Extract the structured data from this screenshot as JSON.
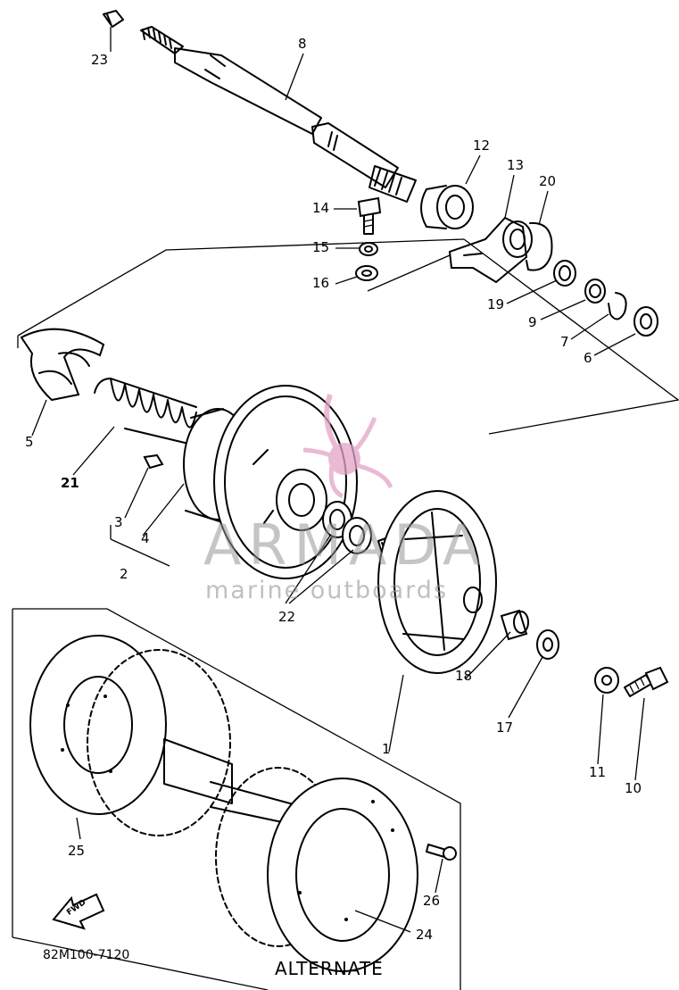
{
  "diagram": {
    "catalog_code": "82M100-7120",
    "alternate_caption": "ALTERNATE",
    "fwd_label": "FWD",
    "part_numbers": {
      "p1": "1",
      "p2": "2",
      "p3": "3",
      "p4": "4",
      "p5": "5",
      "p6": "6",
      "p7": "7",
      "p8": "8",
      "p9": "9",
      "p10": "10",
      "p11": "11",
      "p12": "12",
      "p13": "13",
      "p14": "14",
      "p15": "15",
      "p16": "16",
      "p17": "17",
      "p18": "18",
      "p19": "19",
      "p20": "20",
      "p21": "21",
      "p22": "22",
      "p23": "23",
      "p24": "24",
      "p25": "25",
      "p26": "26"
    }
  },
  "watermark": {
    "brand": "ARMADA",
    "tagline": "marine outboards",
    "accent_color": "#e4a3c8",
    "text_color": "#999999",
    "logo_icon": "propeller-icon"
  }
}
